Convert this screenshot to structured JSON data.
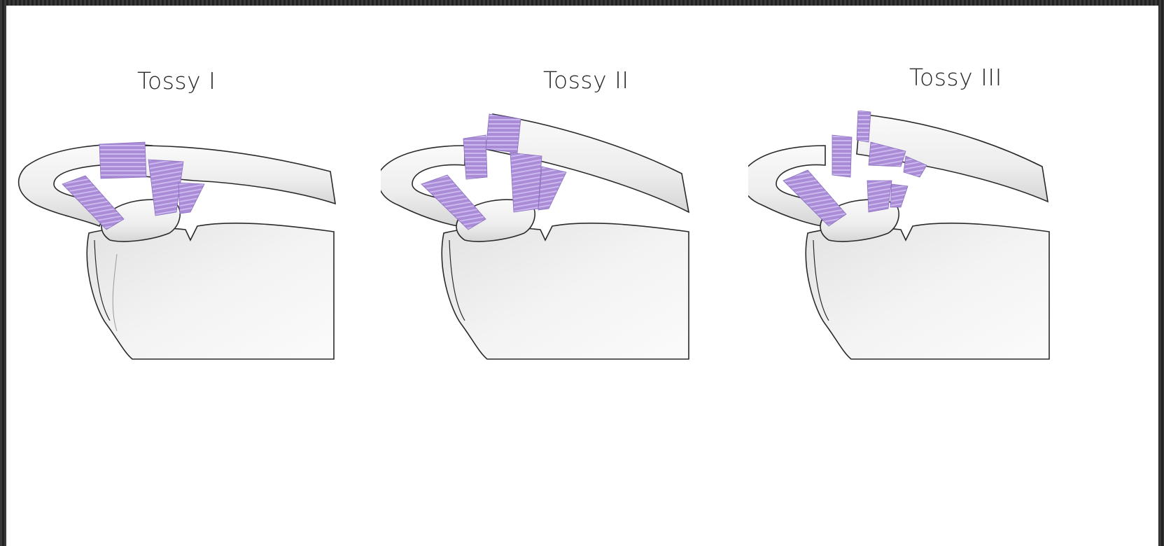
{
  "panels": [
    {
      "id": "tossy-1",
      "title": "Tossy I"
    },
    {
      "id": "tossy-2",
      "title": "Tossy II"
    },
    {
      "id": "tossy-3",
      "title": "Tossy III"
    }
  ],
  "colors": {
    "background": "#ffffff",
    "bone_fill": "#efefef",
    "bone_shade": "#d9d9d9",
    "bone_outline": "#2a2a2a",
    "ligament": "#a98bd6",
    "ligament_stripe": "#cbb8ee"
  }
}
